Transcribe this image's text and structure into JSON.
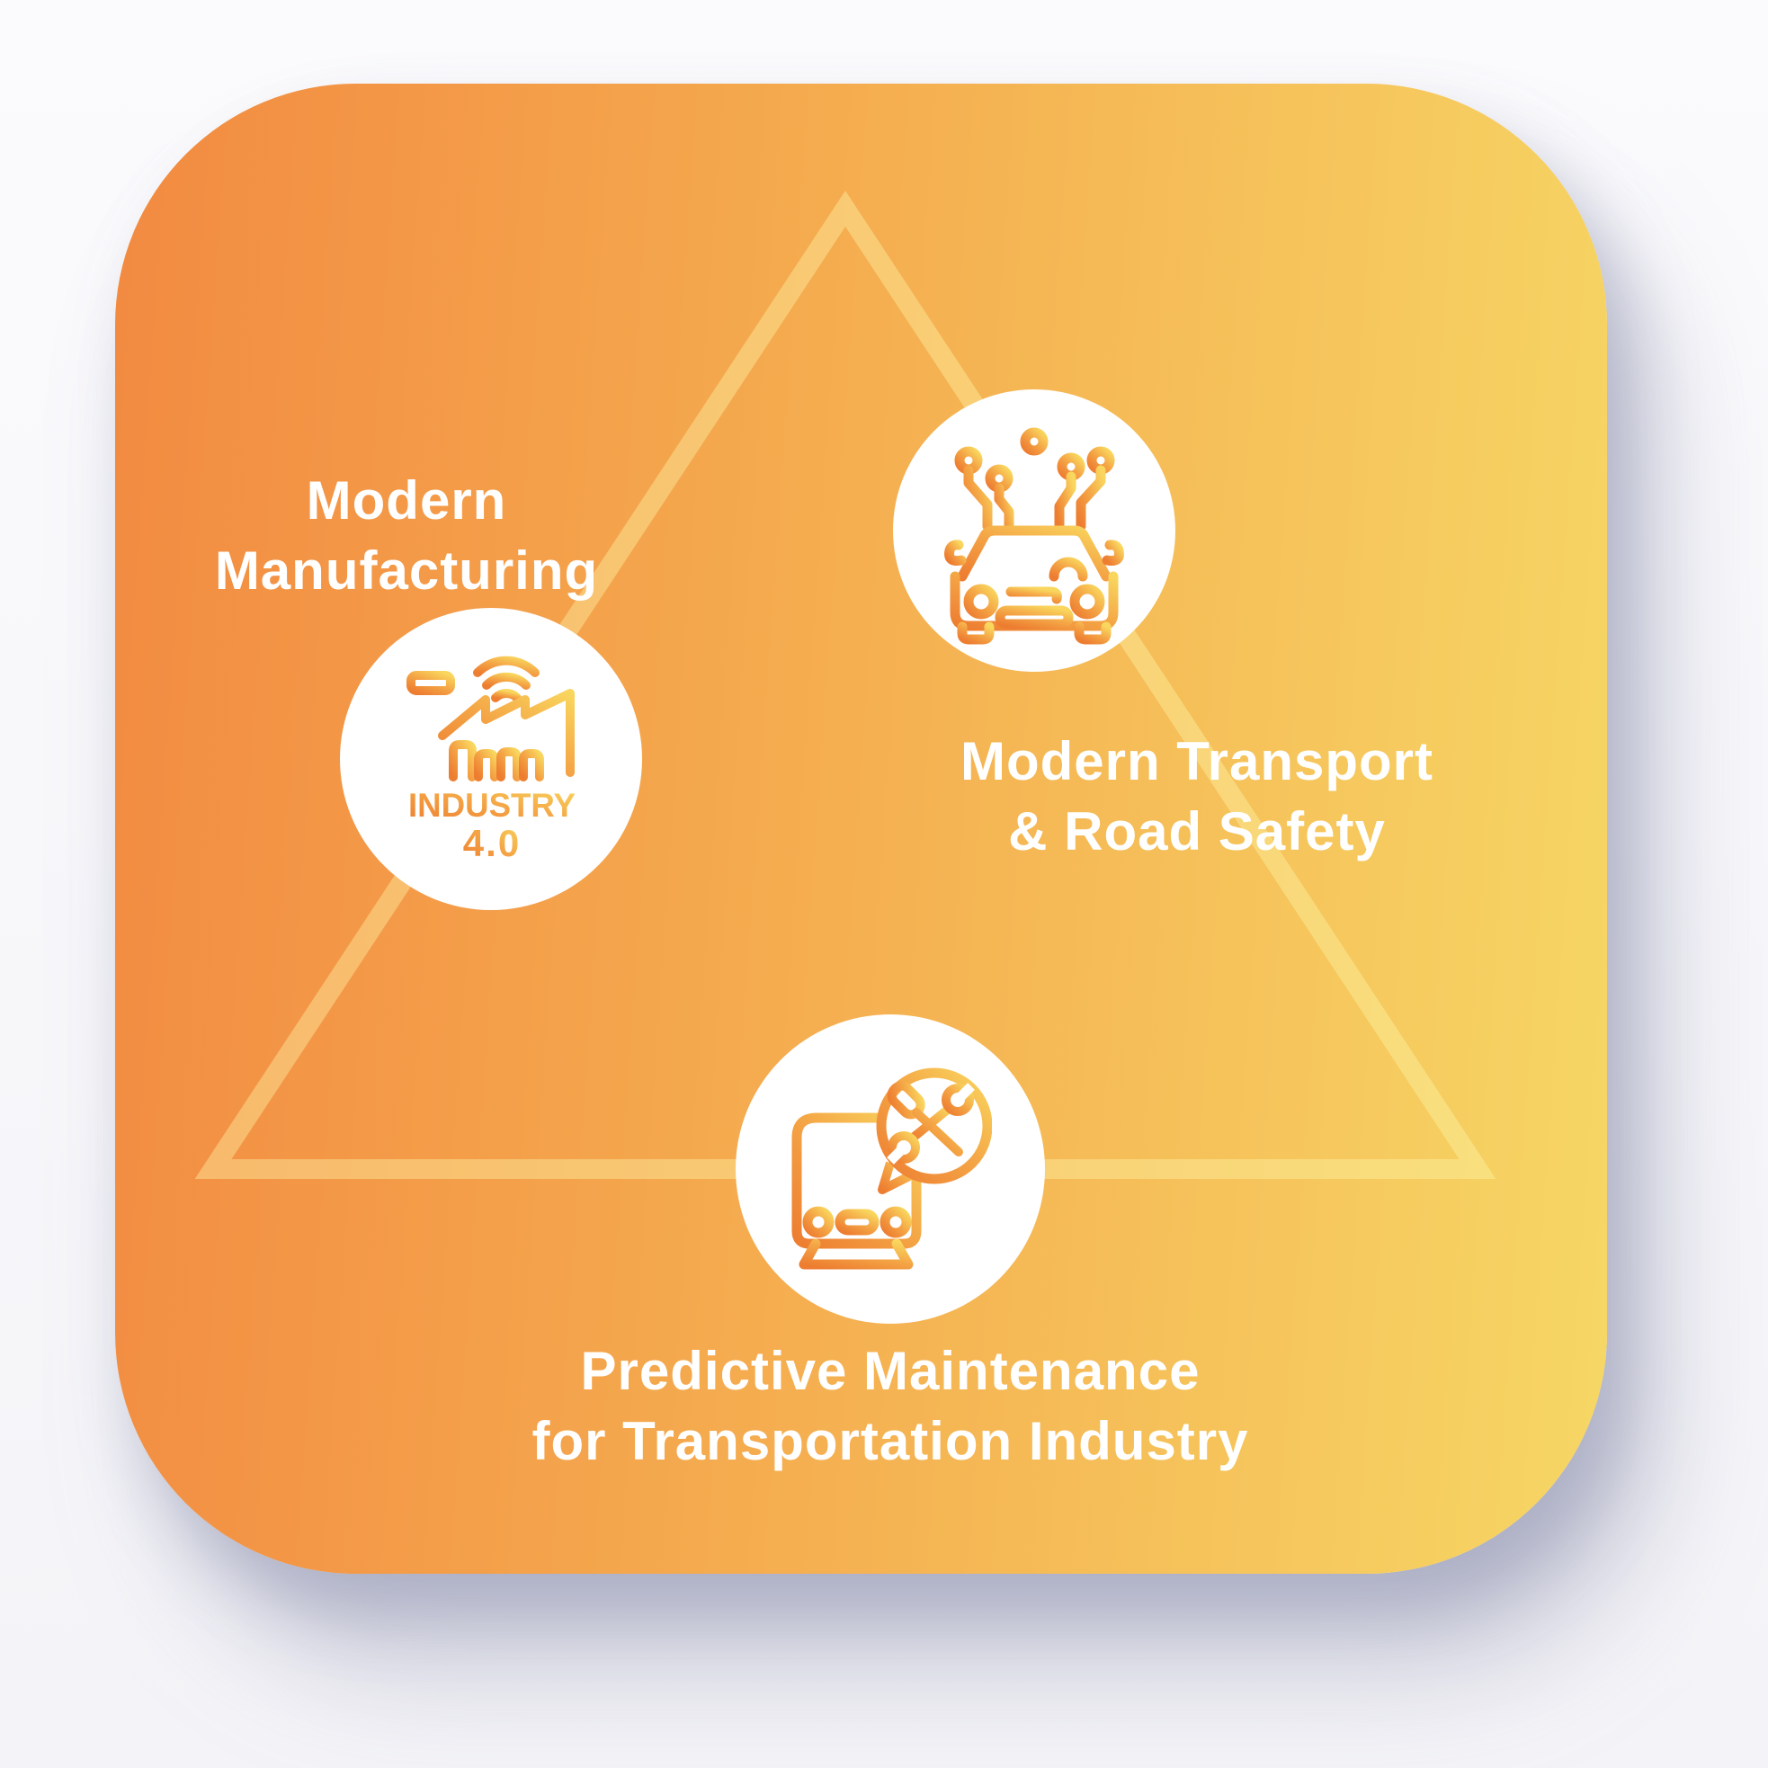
{
  "page": {
    "background_color": "#f7f7fa"
  },
  "card": {
    "shape": "rounded-square",
    "gradient_from": "#f28a41",
    "gradient_mid": "#f5ae50",
    "gradient_to": "#f6d765",
    "triangle_outline_color": "rgba(255,247,171,0.40)",
    "shadow_color": "rgba(128,132,164,0.40)"
  },
  "icon_style": {
    "stroke_gradient_from": "#ed7d31",
    "stroke_gradient_mid": "#f4a445",
    "stroke_gradient_to": "#f9d65e",
    "circle_background": "#ffffff"
  },
  "text_color": "#ffffff",
  "nodes": [
    {
      "id": "modern-manufacturing",
      "label_line1": "Modern",
      "label_line2": "Manufacturing",
      "icon": "industry-4-0-factory-icon"
    },
    {
      "id": "modern-transport-road-safety",
      "label_line1": "Modern Transport",
      "label_line2": "& Road Safety",
      "icon": "connected-car-icon"
    },
    {
      "id": "predictive-maintenance",
      "label_line1": "Predictive Maintenance",
      "label_line2": "for Transportation Industry",
      "icon": "train-maintenance-icon"
    }
  ],
  "industry_badge": {
    "line1": "INDUSTRY",
    "line2": "4.0"
  }
}
